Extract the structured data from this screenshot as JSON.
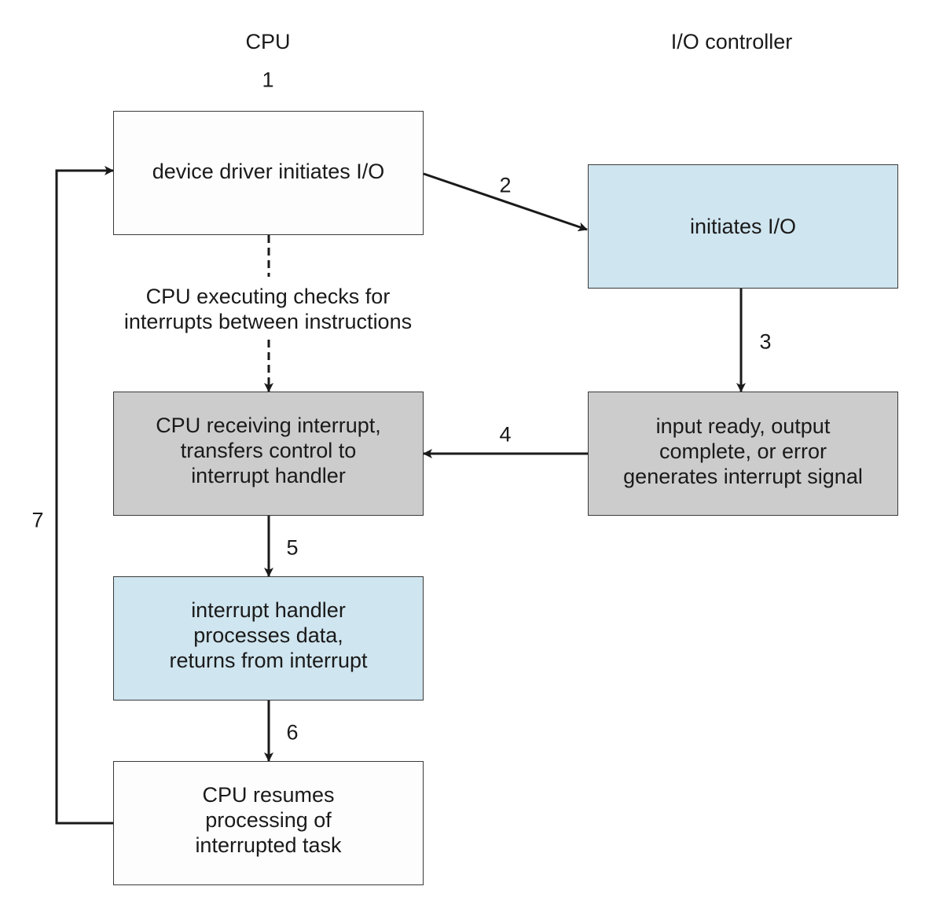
{
  "columns": {
    "cpu": "CPU",
    "io_controller": "I/O controller"
  },
  "colors": {
    "blue_fill": "#cfe5ef",
    "gray_fill": "#cccccc",
    "white_fill": "#fdfdfd",
    "line": "#1a1a1a"
  },
  "boxes": {
    "device_driver": "device driver initiates I/O",
    "io_initiates": "initiates I/O",
    "cpu_receiving": "CPU receiving interrupt,\ntransfers control to\ninterrupt handler",
    "io_ready": "input ready, output\ncomplete, or error\ngenerates interrupt signal",
    "handler_processes": "interrupt handler\nprocesses data,\nreturns from interrupt",
    "cpu_resumes": "CPU resumes\nprocessing of\ninterrupted task"
  },
  "note": "CPU executing checks for\ninterrupts between instructions",
  "steps": [
    "1",
    "2",
    "3",
    "4",
    "5",
    "6",
    "7"
  ]
}
